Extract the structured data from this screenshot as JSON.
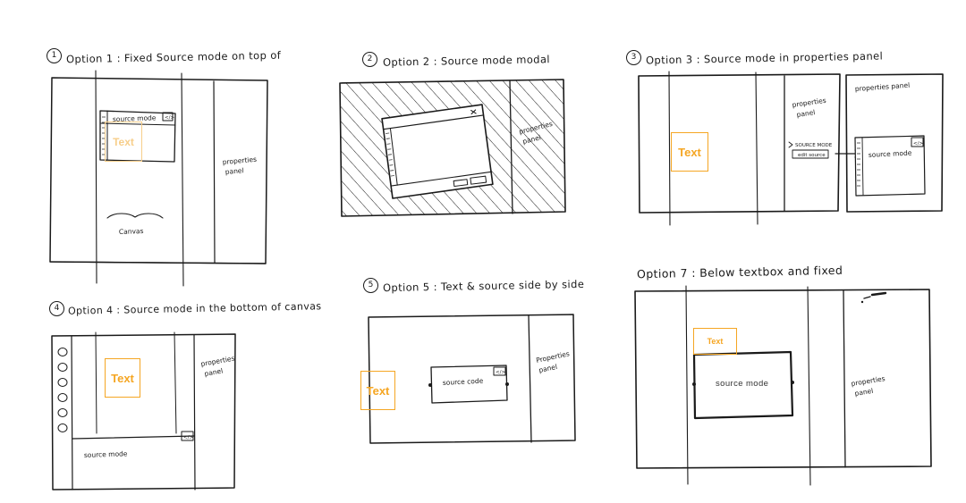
{
  "page": {
    "type": "hand-drawn wireframe sketch board",
    "background_color": "#ffffff",
    "ink_color": "#1a1a1a",
    "accent_color": "#F5A623"
  },
  "options": [
    {
      "number": "1",
      "marker": "1",
      "caption": "Option 1 : Fixed Source mode on top of",
      "labels": {
        "properties_panel": "properties panel",
        "source_mode": "source mode",
        "canvas_bracket": "Canvas",
        "text_box": "Text",
        "code_icon": "code-icon"
      }
    },
    {
      "number": "2",
      "marker": "2",
      "caption": "Option 2 : Source mode modal",
      "labels": {
        "properties_panel": "properties panel",
        "close_icon": "close-icon",
        "modal_button_1": "",
        "modal_button_2": ""
      }
    },
    {
      "number": "3",
      "marker": "3",
      "caption": "Option 3 : Source mode in properties panel",
      "labels": {
        "properties_panel": "properties panel",
        "properties_panel_detail": "properties panel",
        "source_mode_section": "source mode",
        "edit_button": "edit source",
        "source_mode_editor": "source mode",
        "text_box": "Text",
        "code_icon": "code-icon"
      }
    },
    {
      "number": "4",
      "marker": "4",
      "caption": "Option 4 : Source mode in the bottom of canvas",
      "labels": {
        "properties_panel": "properties panel",
        "source_mode": "source mode",
        "text_box": "Text",
        "code_icon": "code-icon"
      }
    },
    {
      "number": "5",
      "marker": "5",
      "caption": "Option 5 :    Text & source side by side",
      "labels": {
        "properties_panel": "Properties panel",
        "source_code": "source code",
        "text_box": "Text",
        "code_icon": "code-icon"
      }
    },
    {
      "number": "7",
      "marker": "",
      "caption": "Option 7 : Below textbox and fixed",
      "labels": {
        "properties_panel": "properties panel",
        "source_mode": "source mode",
        "text_box": "Text",
        "code_icon": "code-icon"
      }
    }
  ]
}
